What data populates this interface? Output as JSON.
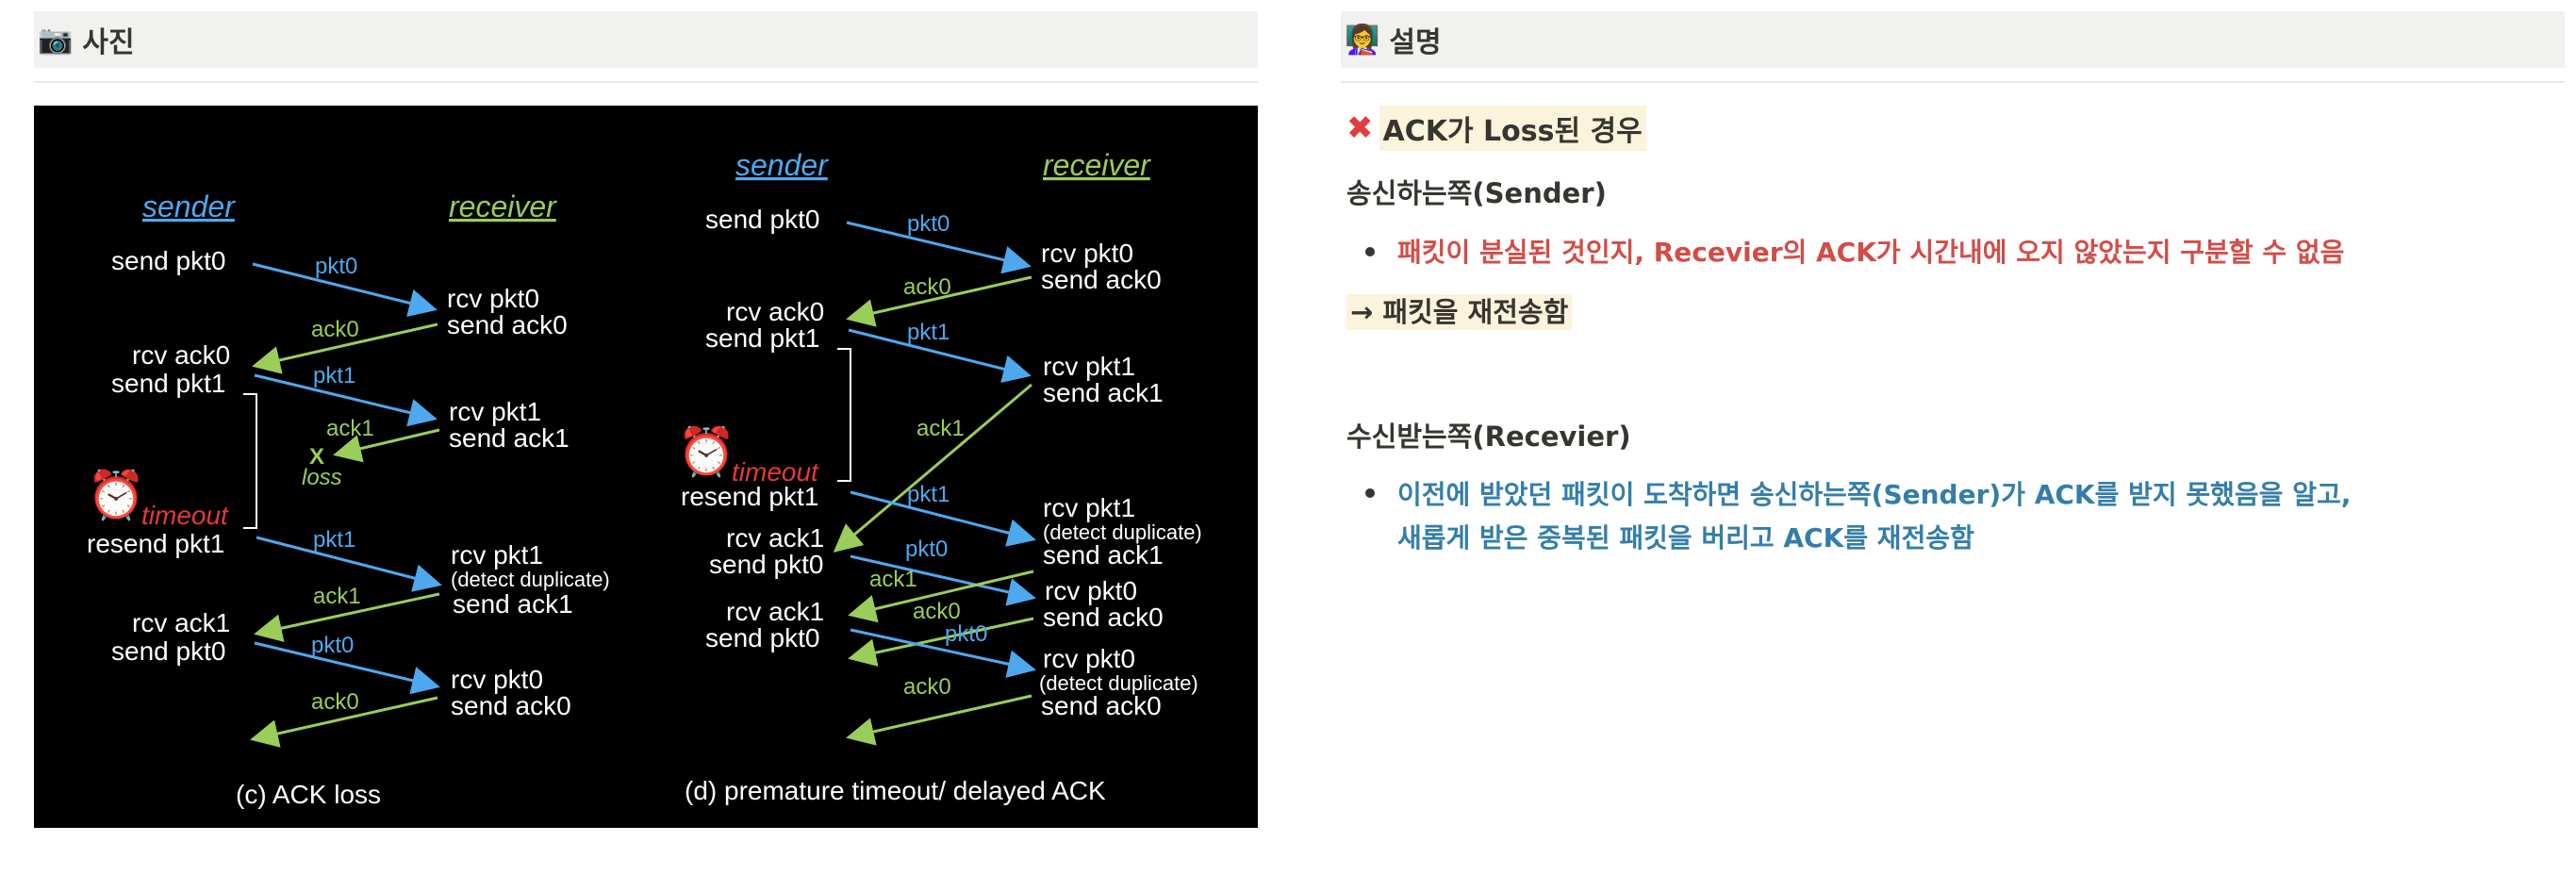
{
  "left_header": {
    "icon": "camera-icon",
    "title": "사진"
  },
  "right_header": {
    "icon": "person-icon",
    "title": "설명"
  },
  "diagram": {
    "c": {
      "sender": "sender",
      "receiver": "receiver",
      "send_pkt0": "send pkt0",
      "rcv_pkt0": "rcv pkt0",
      "send_ack0": "send ack0",
      "rcv_ack0": "rcv ack0",
      "send_pkt1": "send pkt1",
      "rcv_pkt1": "rcv pkt1",
      "send_ack1": "send ack1",
      "x_mark": "X",
      "loss": "loss",
      "timeout": "timeout",
      "resend_pkt1": "resend pkt1",
      "rcv_pkt1_b": "rcv pkt1",
      "detect_dup": "(detect duplicate)",
      "send_ack1_b": "send ack1",
      "rcv_ack1": "rcv ack1",
      "send_pkt0_b": "send pkt0",
      "rcv_pkt0_b": "rcv pkt0",
      "send_ack0_b": "send ack0",
      "l_pkt0": "pkt0",
      "l_ack0": "ack0",
      "l_pkt1": "pkt1",
      "l_ack1": "ack1",
      "l_pkt1_b": "pkt1",
      "l_ack1_b": "ack1",
      "l_pkt0_b": "pkt0",
      "l_ack0_b": "ack0",
      "caption": "(c) ACK loss"
    },
    "d": {
      "sender": "sender",
      "receiver": "receiver",
      "send_pkt0": "send pkt0",
      "rcv_pkt0": "rcv pkt0",
      "send_ack0": "send ack0",
      "rcv_ack0": "rcv ack0",
      "send_pkt1": "send pkt1",
      "rcv_pkt1": "rcv pkt1",
      "send_ack1": "send ack1",
      "timeout": "timeout",
      "resend_pkt1": "resend pkt1",
      "rcv_ack1": "rcv ack1",
      "send_pkt0_b": "send pkt0",
      "rcv_pkt1_b": "rcv pkt1",
      "detect_dup": "(detect duplicate)",
      "send_ack1_b": "send ack1",
      "rcv_pkt0_b": "rcv pkt0",
      "send_ack0_b": "send ack0",
      "rcv_ack1_b": "rcv ack1",
      "send_pkt0_c": "send pkt0",
      "rcv_pkt0_c": "rcv pkt0",
      "detect_dup_b": "(detect duplicate)",
      "send_ack0_c": "send ack0",
      "l_pkt0": "pkt0",
      "l_ack0": "ack0",
      "l_pkt1": "pkt1",
      "l_ack1": "ack1",
      "l_pkt1_b": "pkt1",
      "l_pkt0_b": "pkt0",
      "l_ack1_b": "ack1",
      "l_ack0_b": "ack0",
      "l_pkt0_c": "pkt0",
      "l_ack0_c": "ack0",
      "caption": "(d) premature timeout/ delayed ACK"
    }
  },
  "explanation": {
    "title": "ACK가 Loss된 경우",
    "sender_heading": "송신하는쪽(Sender)",
    "sender_bullet": "패킷이 분실된 것인지, Recevier의 ACK가 시간내에 오지 않았는지 구분할 수 없음",
    "arrow_note": "→ 패킷을 재전송함",
    "receiver_heading": "수신받는쪽(Recevier)",
    "receiver_bullet_1": "이전에 받았던 패킷이 도착하면 송신하는쪽(Sender)가 ACK를 받지 못했음을 알고,",
    "receiver_bullet_2": "새롭게 받은 중복된 패킷을 버리고 ACK를 재전송함"
  },
  "colors": {
    "blue_arrow": "#4ea8ee",
    "green_arrow": "#9acd5a",
    "timeout_red": "#e53935",
    "heading_bg": "#f1f1ef"
  }
}
